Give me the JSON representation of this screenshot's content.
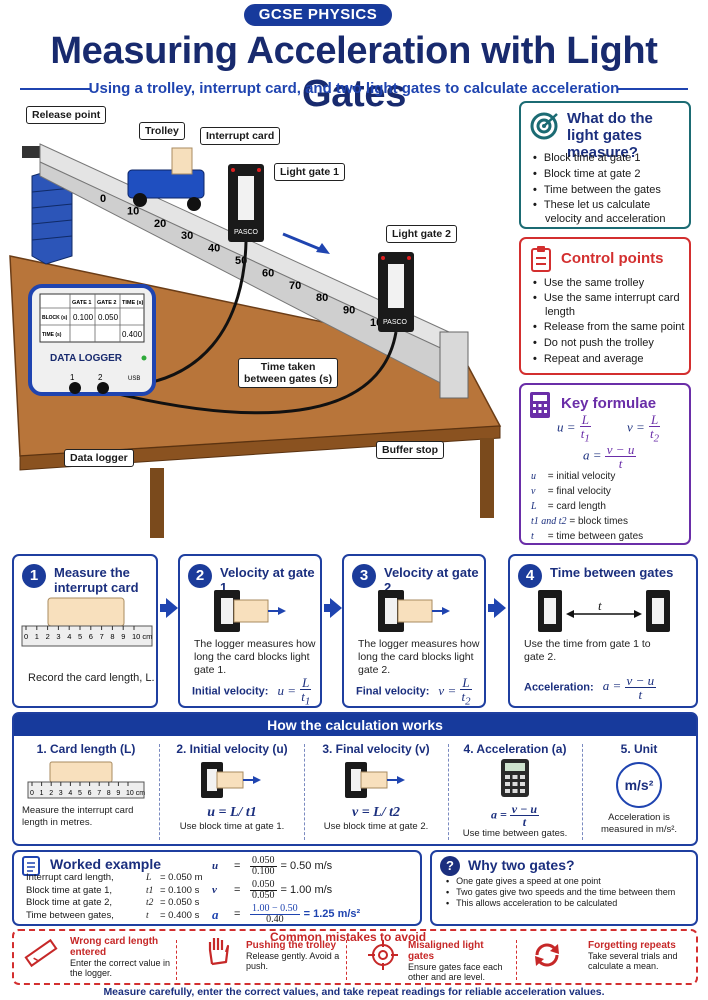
{
  "header": {
    "badge": "GCSE PHYSICS",
    "title": "Measuring Acceleration with Light Gates",
    "subtitle": "Using a trolley, interrupt card, and two light gates to calculate acceleration"
  },
  "apparatus": {
    "labels": {
      "release_point": "Release point",
      "trolley": "Trolley",
      "interrupt_card": "Interrupt card",
      "light_gate_1": "Light gate 1",
      "light_gate_2": "Light gate 2",
      "time_between": "Time taken\nbetween gates (s)",
      "data_logger": "Data logger",
      "buffer_stop": "Buffer stop"
    },
    "ruler_marks": [
      "0",
      "10",
      "20",
      "30",
      "40",
      "50",
      "60",
      "70",
      "80",
      "90",
      "100 cm"
    ],
    "gate_brand": "PASCO",
    "logger": {
      "title": "DATA LOGGER",
      "col_headers": [
        "GATE 1",
        "GATE 2",
        "TIME (s)"
      ],
      "row_block": "BLOCK (s)",
      "row_time": "TIME (s)",
      "block_g1": "0.100",
      "block_g2": "0.050",
      "time_val": "0.400",
      "port1": "1",
      "port2": "2",
      "usb": "USB"
    }
  },
  "what_measure": {
    "title": "What do the light gates measure?",
    "items": [
      "Block time at gate 1",
      "Block time at gate 2",
      "Time between the gates",
      "These let us calculate velocity and acceleration"
    ],
    "color": "#1b6b73"
  },
  "control_points": {
    "title": "Control points",
    "items": [
      "Use the same trolley",
      "Use the same interrupt card length",
      "Release from the same point",
      "Do not push the trolley",
      "Repeat and average"
    ],
    "color": "#d32f2f"
  },
  "key_formulae": {
    "title": "Key formulae",
    "color": "#6a2ea8",
    "legend": [
      {
        "sym": "u",
        "desc": "initial velocity"
      },
      {
        "sym": "v",
        "desc": "final velocity"
      },
      {
        "sym": "L",
        "desc": "card length"
      },
      {
        "sym": "t1 and t2",
        "desc": "block times"
      },
      {
        "sym": "t",
        "desc": "time between gates"
      }
    ]
  },
  "steps": [
    {
      "num": "1",
      "title": "Measure the interrupt card",
      "text": "Record the card length, L."
    },
    {
      "num": "2",
      "title": "Velocity at gate 1",
      "text": "The logger measures how long the card blocks light gate 1.",
      "label": "Initial velocity:"
    },
    {
      "num": "3",
      "title": "Velocity at gate 2",
      "text": "The logger measures how long the card blocks light gate 2.",
      "label": "Final velocity:"
    },
    {
      "num": "4",
      "title": "Time between gates",
      "text": "Use the time from gate 1 to gate 2.",
      "label": "Acceleration:",
      "t": "t"
    }
  ],
  "calc": {
    "heading": "How the calculation works",
    "cols": [
      {
        "title": "1. Card length (L)",
        "text": "Measure the interrupt card length in metres."
      },
      {
        "title": "2. Initial velocity (u)",
        "formula": "u = L/ t1",
        "text": "Use block time at gate 1."
      },
      {
        "title": "3. Final velocity (v)",
        "formula": "v = L/ t2",
        "text": "Use block time at gate 2."
      },
      {
        "title": "4. Acceleration (a)",
        "text": "Use time between gates."
      },
      {
        "title": "5. Unit",
        "unit": "m/s²",
        "text": "Acceleration is measured in m/s²."
      }
    ]
  },
  "worked": {
    "title": "Worked example",
    "rows": [
      {
        "label": "Interrupt card length,",
        "sym": "L",
        "val": "= 0.050 m"
      },
      {
        "label": "Block time at gate 1,",
        "sym": "t1",
        "val": "= 0.100 s"
      },
      {
        "label": "Block time at gate 2,",
        "sym": "t2",
        "val": "= 0.050 s"
      },
      {
        "label": "Time between gates,",
        "sym": "t",
        "val": "= 0.400 s"
      }
    ],
    "u_num": "0.050",
    "u_den": "0.100",
    "u_res": "= 0.50 m/s",
    "v_num": "0.050",
    "v_den": "0.050",
    "v_res": "= 1.00 m/s",
    "a_num": "1.00 − 0.50",
    "a_den": "0.40",
    "a_res": "= 1.25 m/s²"
  },
  "why": {
    "title": "Why two gates?",
    "items": [
      "One gate gives a speed at one point",
      "Two gates give two speeds and the time between them",
      "This allows acceleration to be calculated"
    ]
  },
  "mistakes": {
    "title": "Common mistakes to avoid",
    "items": [
      {
        "title": "Wrong card length entered",
        "text": "Enter the correct value in the logger."
      },
      {
        "title": "Pushing the trolley",
        "text": "Release gently. Avoid a push."
      },
      {
        "title": "Misaligned light gates",
        "text": "Ensure gates face each other and are level."
      },
      {
        "title": "Forgetting repeats",
        "text": "Take several trials and calculate a mean."
      }
    ]
  },
  "footer": "Measure carefully, enter the correct values, and take repeat readings for reliable acceleration values."
}
